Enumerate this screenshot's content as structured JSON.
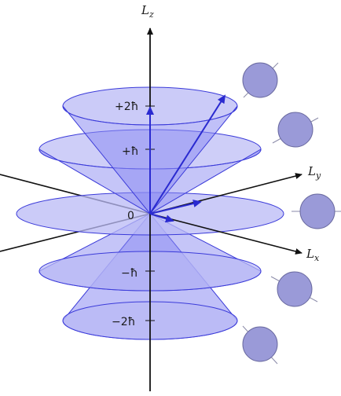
{
  "axes": {
    "lz": "L",
    "lz_sub": "z",
    "ly": "L",
    "ly_sub": "y",
    "lx": "L",
    "lx_sub": "x"
  },
  "levels": [
    {
      "label": "+2ħ",
      "m": 2
    },
    {
      "label": "+ħ",
      "m": 1
    },
    {
      "label": "0",
      "m": 0
    },
    {
      "label": "−ħ",
      "m": -1
    },
    {
      "label": "−2ħ",
      "m": -2
    }
  ],
  "colors": {
    "cone_fill": "#8c8cf2",
    "cone_edge": "#3a3ad9",
    "disc_fill": "#b9b9f5",
    "sphere_fill": "#9a9ad8",
    "sphere_edge": "#6a6aa0",
    "axis": "#111111",
    "vector": "#2a2ad0"
  },
  "spheres": [
    {
      "icon": "spin-sphere-icon",
      "tilt": "up-right"
    },
    {
      "icon": "spin-sphere-icon",
      "tilt": "up-right-shallow"
    },
    {
      "icon": "spin-sphere-icon",
      "tilt": "horizontal"
    },
    {
      "icon": "spin-sphere-icon",
      "tilt": "down-right-shallow"
    },
    {
      "icon": "spin-sphere-icon",
      "tilt": "down-right"
    }
  ]
}
